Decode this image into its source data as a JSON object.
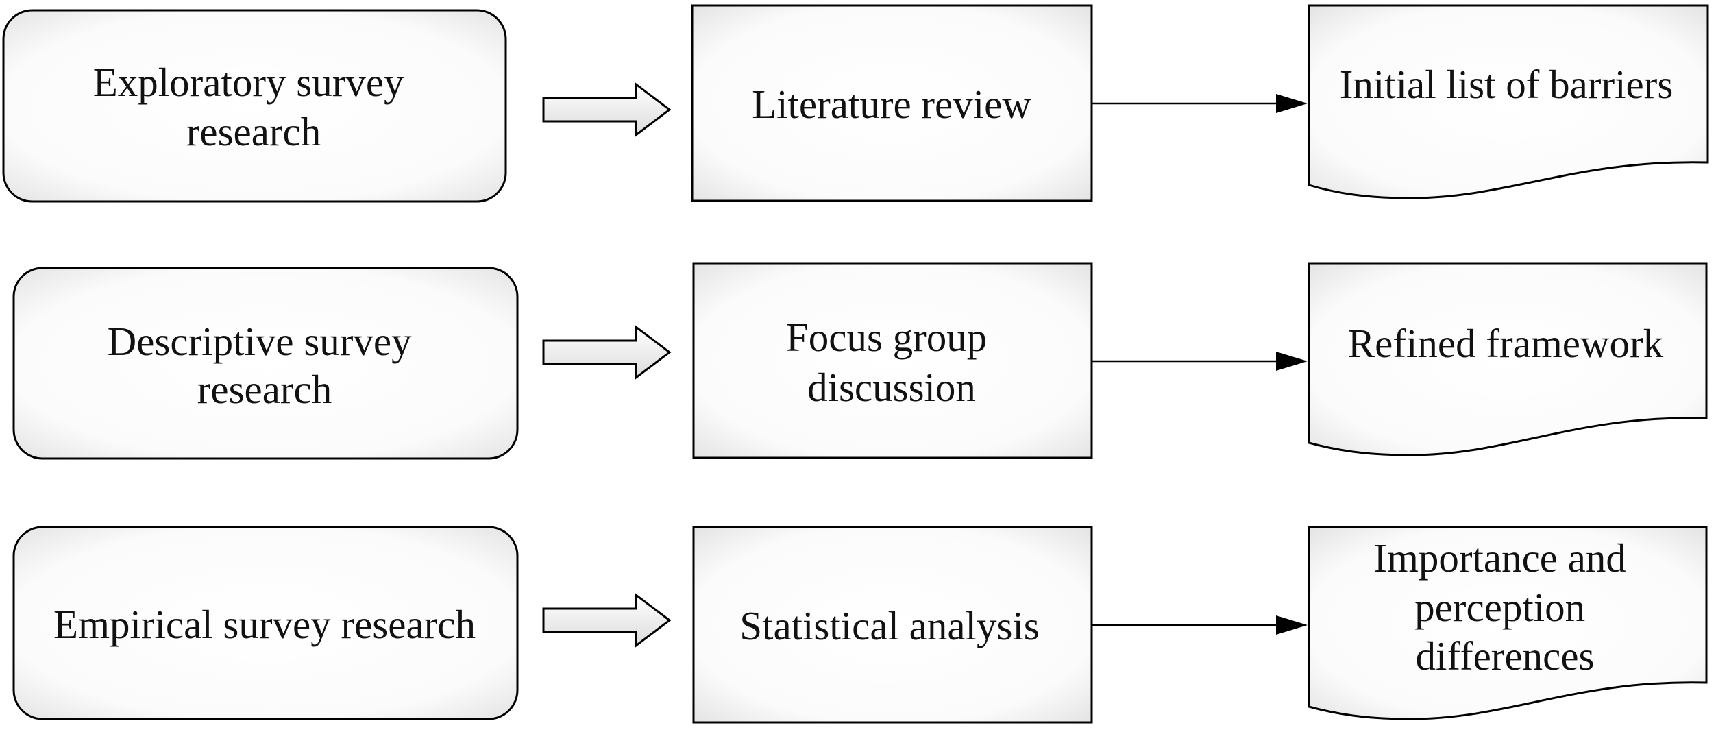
{
  "diagram": {
    "rows": [
      {
        "approach": [
          "Exploratory survey",
          "research"
        ],
        "method": [
          "Literature review"
        ],
        "output": [
          "Initial list of barriers"
        ]
      },
      {
        "approach": [
          "Descriptive survey",
          "research"
        ],
        "method": [
          "Focus group",
          "discussion"
        ],
        "output": [
          "Refined framework"
        ]
      },
      {
        "approach": [
          "Empirical survey research"
        ],
        "method": [
          "Statistical analysis"
        ],
        "output": [
          "Importance and",
          "perception",
          "differences"
        ]
      }
    ]
  }
}
